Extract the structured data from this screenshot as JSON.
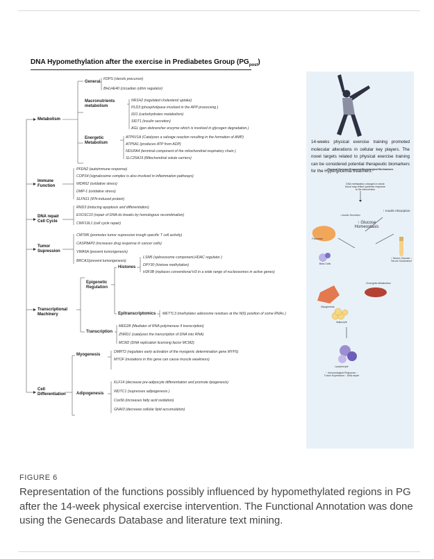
{
  "figure": {
    "title_main": "DNA Hypomethylation after the exercise in Prediabetes Group (PG",
    "title_sub": "post",
    "title_end": ")",
    "categories": {
      "metabolism": "Metabolism",
      "immune": "Immune Function",
      "dna_repair": "DNA repair Cell Cycle",
      "tumor": "Tumor Supression",
      "transcriptional": "Transcriptional Machinery",
      "cell_diff": "Cell Differentiation"
    },
    "subcategories": {
      "general": "General",
      "macronutrients": "Macronutrients metabolism",
      "energetic": "Energetic Metabolism",
      "epigenetic": "Epigenetic Regulation",
      "histones": "Histones",
      "epitranscriptomics": "Epitranscriptomics",
      "transcription": "Transcription",
      "myogenesis": "Myogenesis",
      "adipogenesis": "Adipogenesis"
    },
    "genes": {
      "general": [
        "FDPS (sterols precursor)",
        "BHLHE40 (circadian rythm regulator)"
      ],
      "macronutrients": [
        "NR1H2 (regulated cholesterol uptake)",
        "PLD3 (phospholipase involved in the APP processing )",
        "IDI1 (carbohydrates metabolism)",
        "SIDT1 (insulin secretion)",
        "AGL (gen debrancher enzyme which is involved in glycogen degradation.)"
      ],
      "energetic": [
        "ATP6V1A (Catalyzes a salvage reaction resulting in the formation of AMP)",
        "ATP5A1 (produces ATP from ADP)",
        "NDUFA4 (terminal component of the mitochondrial respiratory chain )",
        "SLC25A19 (Mitochondrial solute carriers)"
      ],
      "immune": [
        "PFDN2 (autoimmune response)",
        "COPS4 (signalosome complex is also involved in inflammation pathways)",
        "WDR62 (oxidative stress)",
        "DMP-1 (oxidative stress)",
        "SLFN11 (IFN-induced protein)"
      ],
      "dna_repair": [
        "RND3 (inducing apoptosis and differentiation)",
        "EXOSC10 (repair of DNA-ds breaks by homologous recombination)",
        "CWF19L1 (cell cycle repair)"
      ],
      "tumor": [
        "CMTM6 (promotes tumor supression trough specific T cell activity)",
        "CASP8AP2 (increases drug response in cancer cells)",
        "VWA5A (prevent tumorigenesis)",
        "BRCA1(prevent tumorigenesis)"
      ],
      "histones": [
        "LSM5 (spliceosome component,HDAC regulator )",
        "DPY30 (histone methylation)",
        "H3F3B (replaces conventional H3 in a wide range of nucleosomes in active genes)"
      ],
      "epitranscriptomics": [
        "METTL3 (methylates adenosine residues at the N(6) position of some RNAs )"
      ],
      "transcription": [
        "MED28 (Mediator of RNA polymerase II transcription)",
        "ZNRD1 (catalyzes the transcription of DNA into RNA)",
        "MCM2 (DNA replication licensing factor MCM2)"
      ],
      "myogenesis": [
        "DMRT2 (regulates early activation of the myogenic determination gene MYF5)",
        "MYOF (mutations in this gene can cause muscle weakness)"
      ],
      "adipogenesis": [
        "KLF14 (decrease pre-adipocyte differentiation and promote lipogenesis)",
        "WDTC1 (supresses adipogenesis )",
        "Cox5b (increases fatty acid oxidation)",
        "GNAI3 (decrease cellular lipid accumulation)"
      ]
    },
    "panel": {
      "text": "14-weeks physical exercise training promoted molecular alterations in cellular key players. The novel targets related to physical exercise training can be considered potential therapeutic biomarkers for the Hyperglicemia treatment.",
      "mechanism_title": "Physical Exercise Proposed Physiological Mechanisms",
      "methylation_text": "DNA methylation changes in whole blood may reflect systemic response to the intervention",
      "insulin_absorption": "↑ Insulin Absorption",
      "glucose_homeostasis": "↑ Glucose Homeostasis",
      "insulin_secretion": "↑ Insulin Secretion",
      "lipid_text": "↓ Serum Glucose ↓ Serum Cholesterol",
      "energetic_metabolism": "↑ Energetic Metabolism",
      "pancreas": "Pancreas",
      "beta_cells": "Beta Cells",
      "adipocyte": "Adipocyte",
      "lymph": "Lymphocyte",
      "myogenesis": "Myogenesis",
      "immune_response": "↑ Immunological Response ↑ Tumor Supression ↑ DNA repair"
    }
  },
  "caption": {
    "label": "FIGURE 6",
    "text": "Representation of the functions possibly influenced by hypomethylated regions in PG after the 14-week physical exercise intervention. The Functional Annotation was done using the Genecards Database and literature text mining."
  },
  "colors": {
    "panel_bg": "#e9f1f8",
    "caption_text": "#444444",
    "tree_line": "#555555"
  }
}
